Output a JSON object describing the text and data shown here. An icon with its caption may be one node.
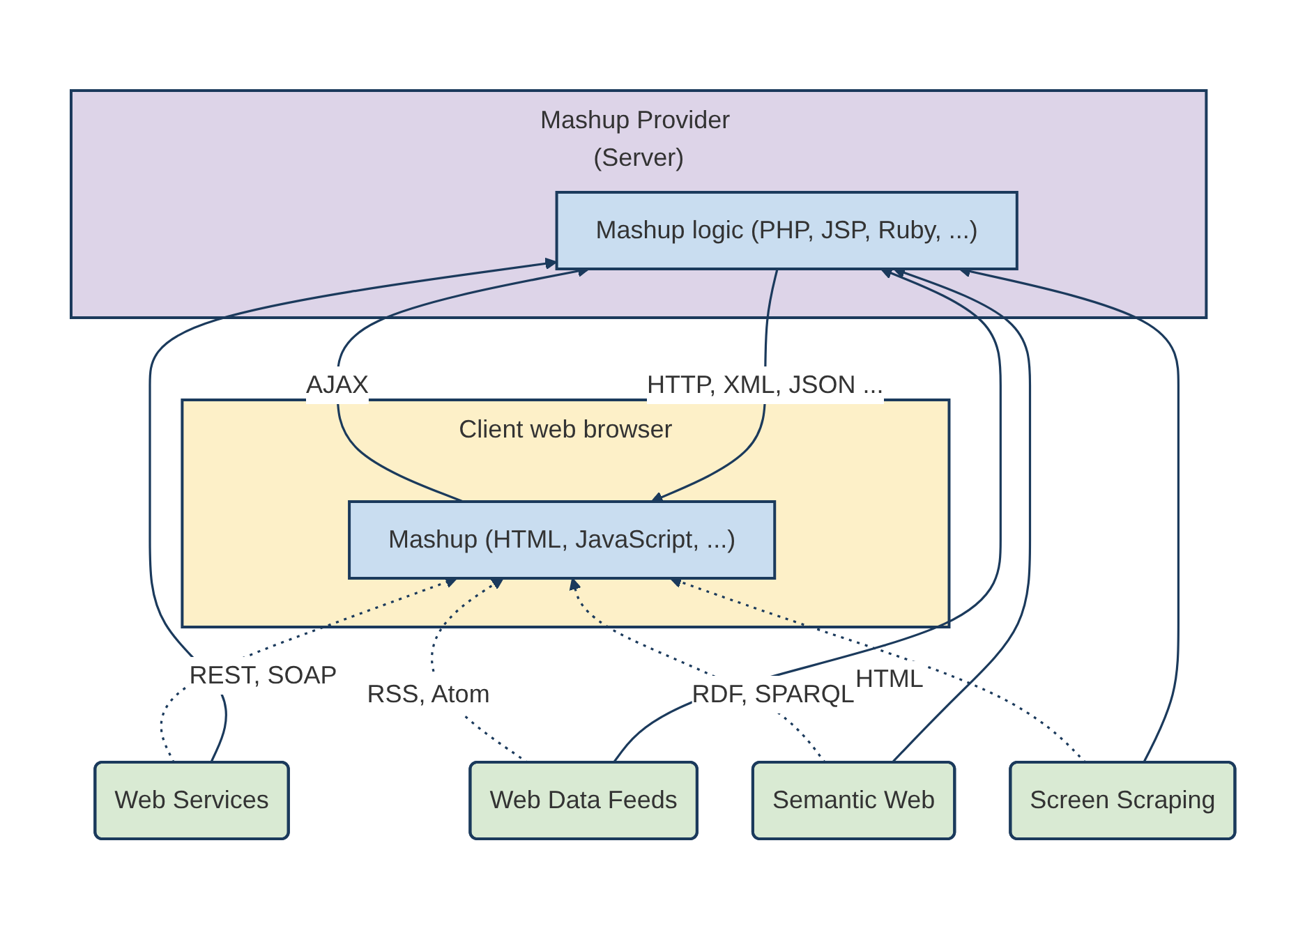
{
  "diagram": {
    "nodes": [
      {
        "text": [
          "Client web browser"
        ]
      },
      {
        "text": [
          "Mashup (HTML, JavaScript, ...)"
        ],
        "in": 0
      },
      {
        "text": [
          "Mashup Provider (Server)"
        ]
      },
      {
        "text": [
          "Mashup logic (PHP, JSP, Ruby, ...)"
        ],
        "in": 2
      },
      {
        "text": [
          "Web Services"
        ]
      },
      {
        "text": [
          "Web Data Feeds"
        ]
      },
      {
        "text": [
          "Semantic Web"
        ]
      },
      {
        "text": [
          "Screen Scraping"
        ]
      }
    ],
    "edges": [
      {
        "from": 3,
        "to": 1,
        "arrow": "to",
        "label": "HTTP, XML, JSON ..."
      },
      {
        "from": 1,
        "to": 3,
        "arrow": "to",
        "label": "AJAX"
      },
      {
        "from": 4,
        "to": 1,
        "arrow": "to",
        "style": "dashed",
        "label": "REST, SOAP"
      },
      {
        "from": 5,
        "to": 1,
        "arrow": "to",
        "style": "dashed",
        "label": "RSS, Atom"
      },
      {
        "from": 6,
        "to": 1,
        "arrow": "to",
        "style": "dashed",
        "label": "RDF, SPARQL"
      },
      {
        "from": 7,
        "to": 1,
        "arrow": "to",
        "style": "dashed",
        "label": "HTML"
      },
      {
        "from": 4,
        "to": 3,
        "arrow": "to"
      },
      {
        "from": 5,
        "to": 3,
        "arrow": "to"
      },
      {
        "from": 6,
        "to": 3,
        "arrow": "to"
      },
      {
        "from": 7,
        "to": 3,
        "arrow": "to"
      }
    ]
  }
}
